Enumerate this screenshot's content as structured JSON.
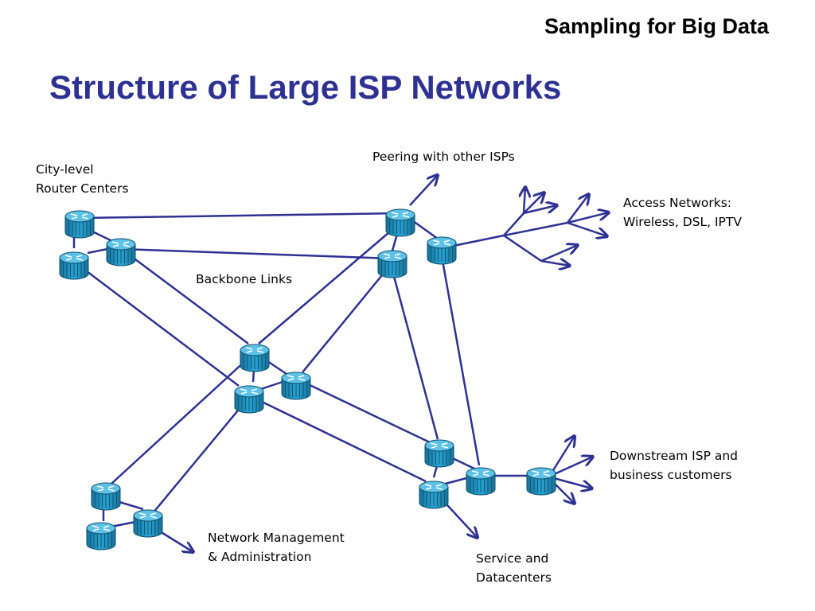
{
  "header": {
    "text": "Sampling for Big Data"
  },
  "title": {
    "text": "Structure of Large ISP Networks"
  },
  "labels": {
    "city_line1": "City-level",
    "city_line2": "Router Centers",
    "peering": "Peering with other ISPs",
    "access_line1": "Access Networks:",
    "access_line2": "Wireless, DSL, IPTV",
    "backbone": "Backbone  Links",
    "downstream_line1": "Downstream ISP and",
    "downstream_line2": "business customers",
    "netmgmt_line1": "Network Management",
    "netmgmt_line2": "& Administration",
    "service_line1": "Service and",
    "service_line2": "Datacenters"
  },
  "colors": {
    "title": "#2e3192",
    "link": "#2e3192",
    "router_body": "#1f8bb8",
    "router_top": "#4fb6e0"
  },
  "icons": {
    "router": "router-icon",
    "arrow": "arrow-icon"
  }
}
